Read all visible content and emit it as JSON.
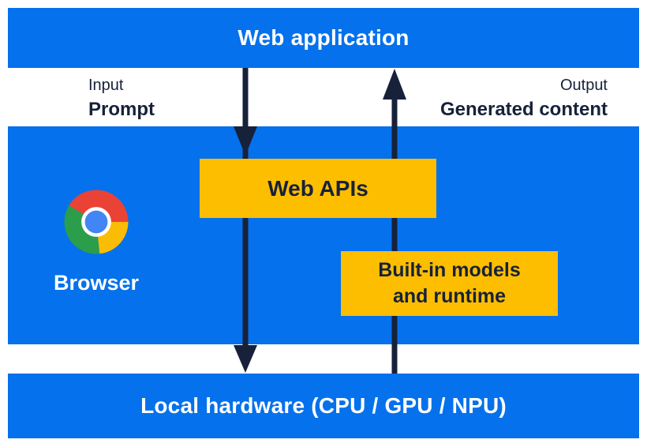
{
  "diagram": {
    "top_bar": {
      "label": "Web application"
    },
    "flow": {
      "input": {
        "caption": "Input",
        "label": "Prompt"
      },
      "output": {
        "caption": "Output",
        "label": "Generated content"
      }
    },
    "browser": {
      "label": "Browser",
      "icon": "chrome-logo"
    },
    "boxes": {
      "web_apis": {
        "label": "Web APIs"
      },
      "builtin_models": {
        "line1": "Built-in models",
        "line2": "and runtime"
      }
    },
    "bottom_bar": {
      "label": "Local hardware (CPU / GPU / NPU)"
    },
    "colors": {
      "blue": "#0571EC",
      "yellow": "#FDBE00",
      "ink": "#17213A",
      "chrome_red": "#EA4335",
      "chrome_yellow": "#FBBC05",
      "chrome_green": "#2B9E4B",
      "chrome_blue": "#4285F4"
    }
  }
}
